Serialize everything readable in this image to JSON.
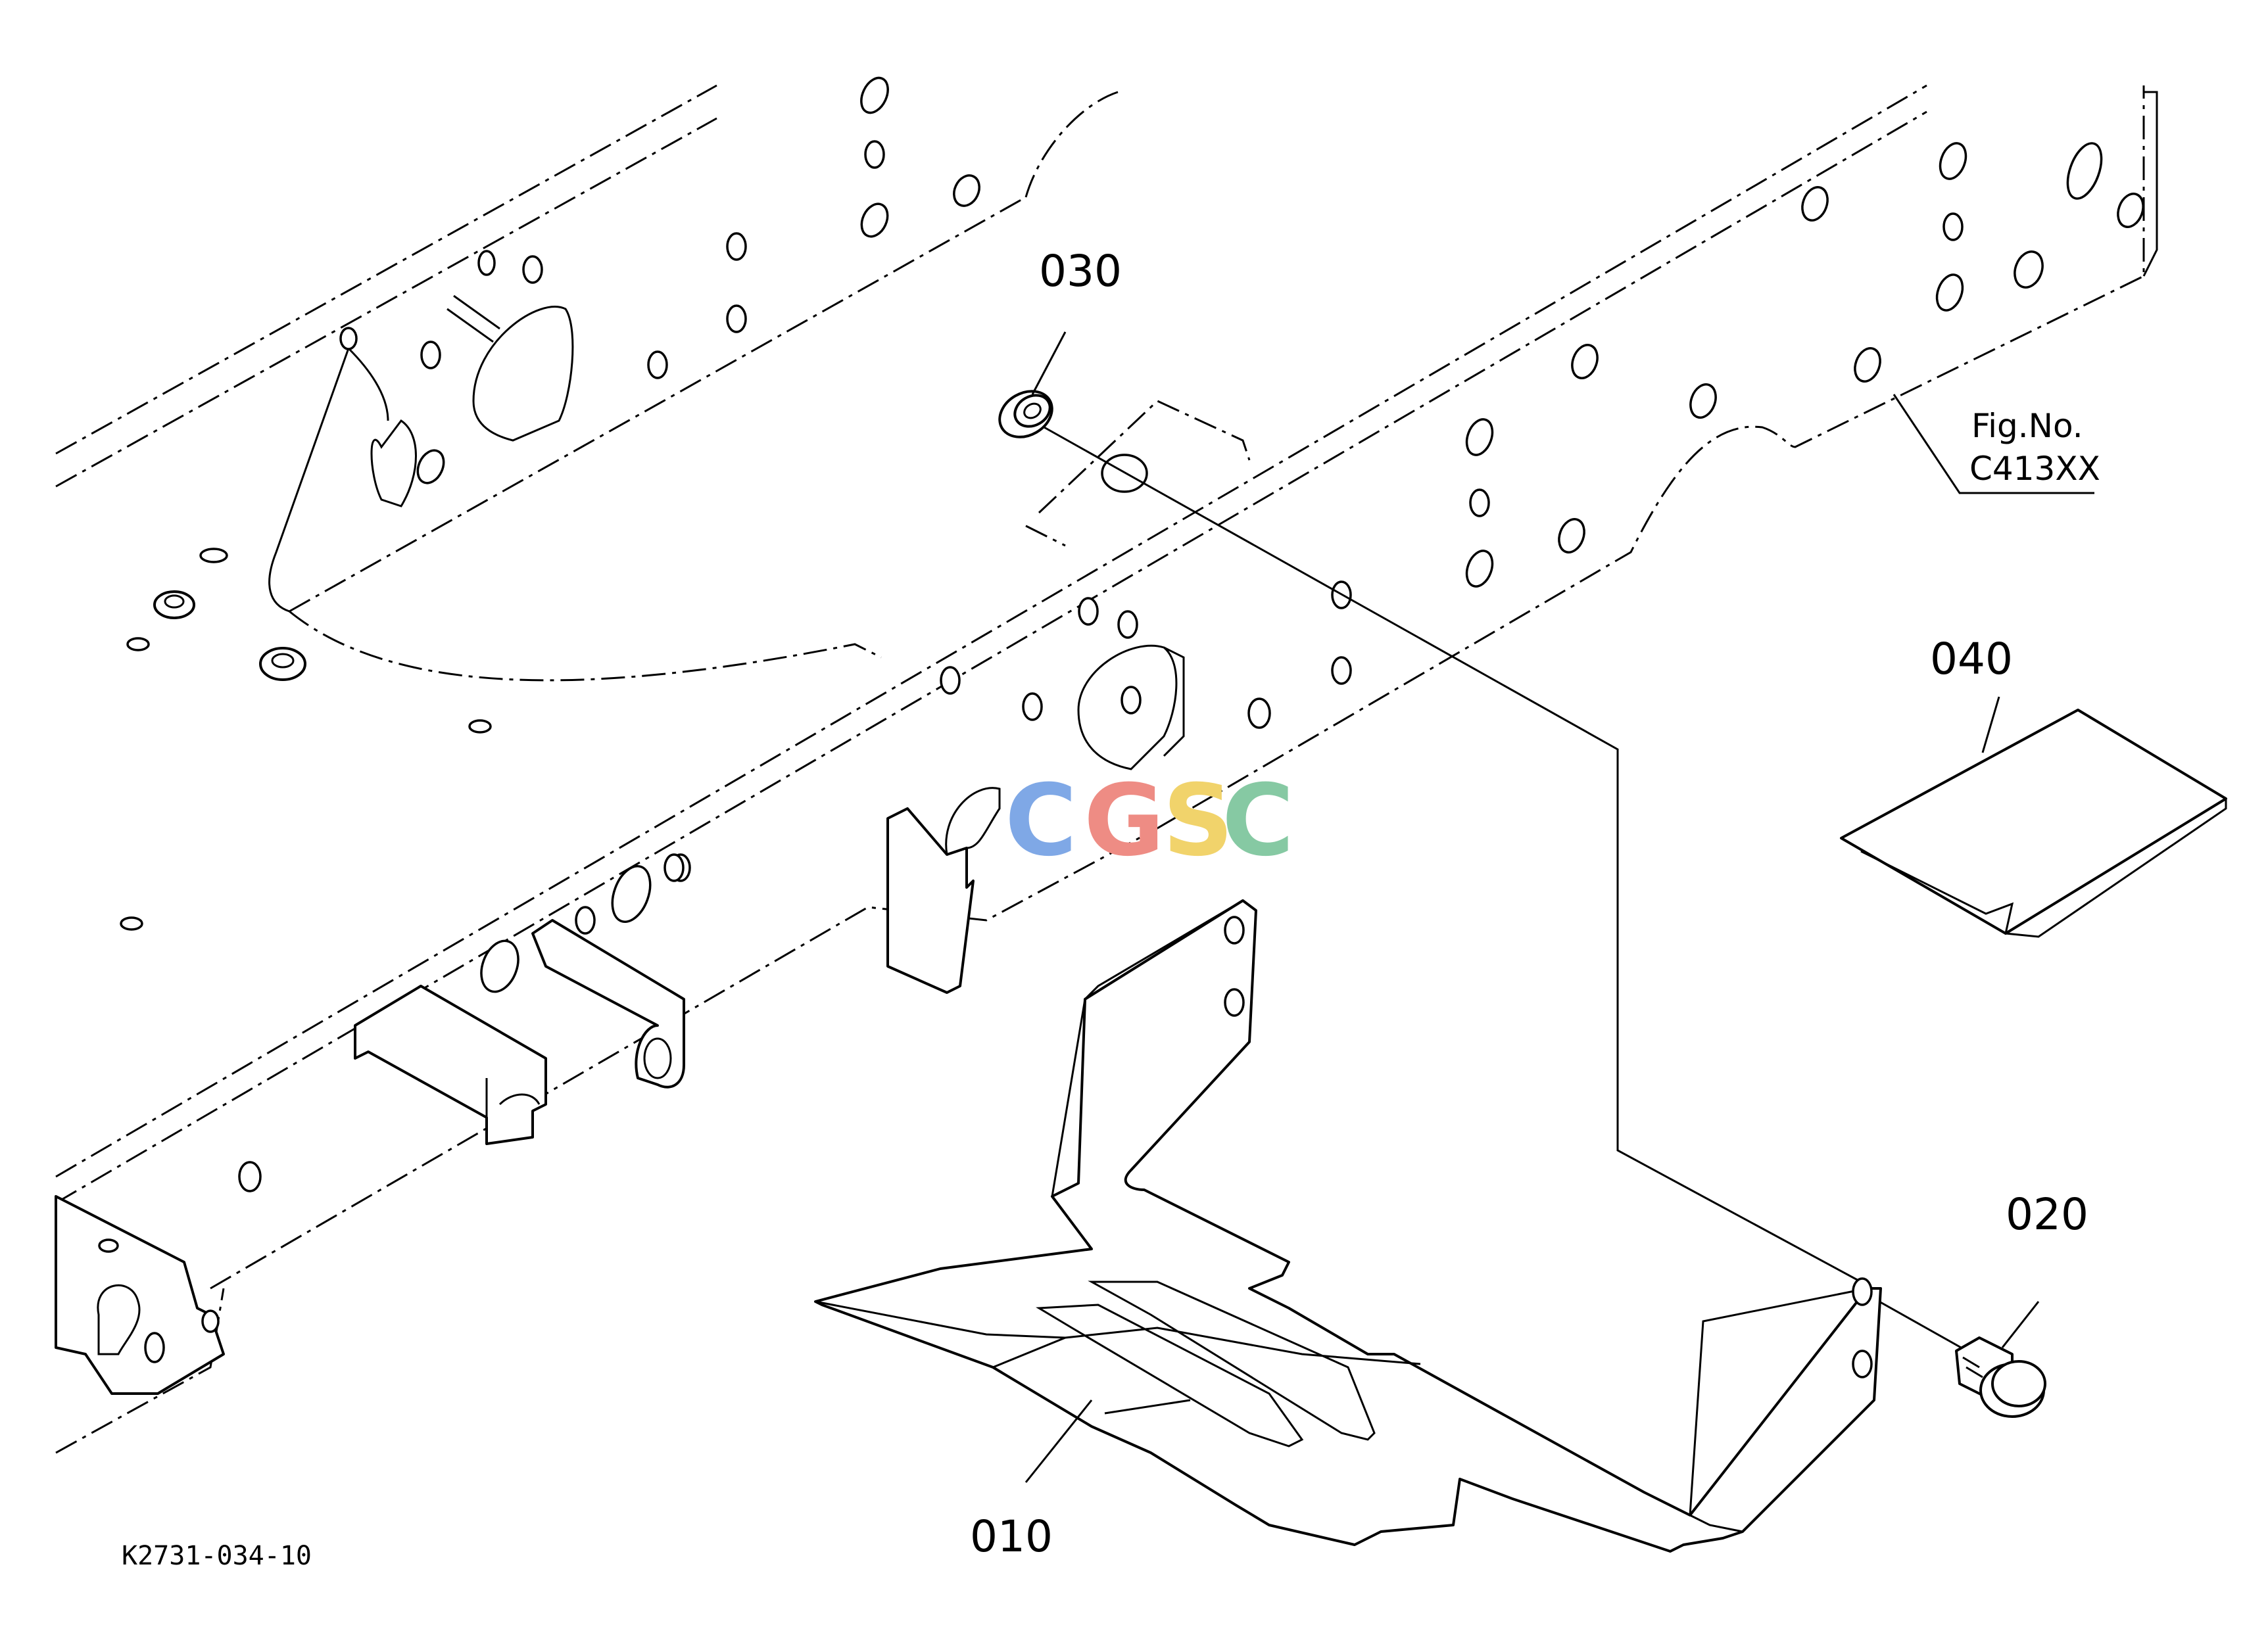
{
  "callouts": {
    "p010": "010",
    "p020": "020",
    "p030": "030",
    "p040": "040"
  },
  "figure_ref": {
    "line1": "Fig.No.",
    "line2": "C413XX"
  },
  "drawing_code": "K2731-034-10",
  "watermark": {
    "letters": [
      "C",
      "G",
      "S",
      "C"
    ],
    "colors": [
      "#7fa8e6",
      "#ee8c84",
      "#f1d36b",
      "#86c9a3"
    ]
  }
}
